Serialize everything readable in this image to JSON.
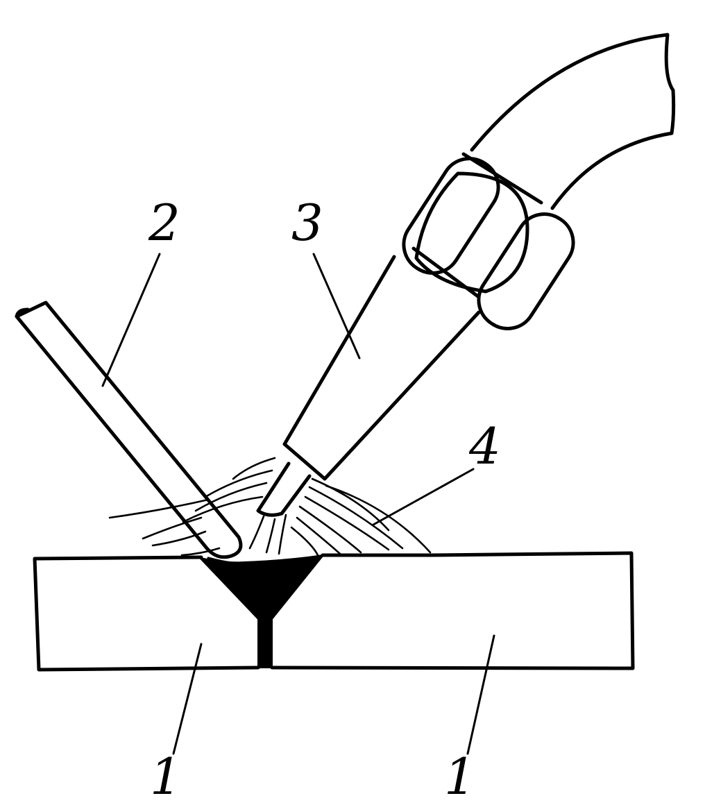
{
  "labels": {
    "plate_left": "1",
    "plate_right": "1",
    "filler_rod": "2",
    "torch": "3",
    "flame": "4"
  },
  "colors": {
    "ink": "#000000",
    "paper": "#ffffff"
  }
}
